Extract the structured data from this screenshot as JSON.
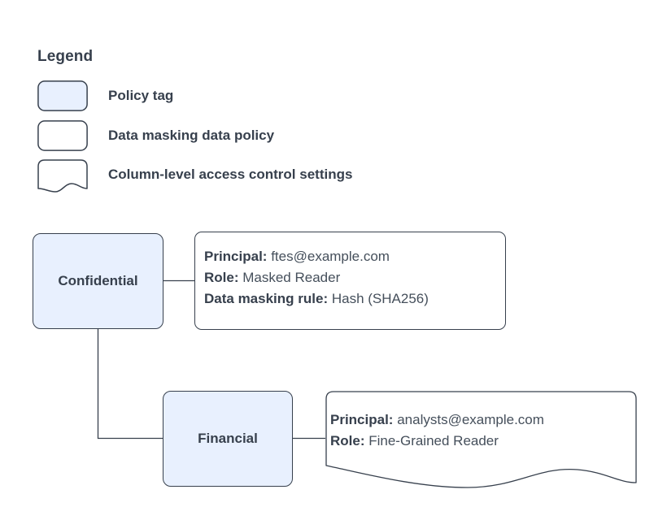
{
  "legend": {
    "title": "Legend",
    "items": [
      {
        "label": "Policy tag",
        "swatch": "policy-tag-swatch",
        "fill": "#e8f0fe",
        "shape": "rounded-rect"
      },
      {
        "label": "Data masking data policy",
        "swatch": "data-masking-policy-swatch",
        "fill": "#ffffff",
        "shape": "rounded-rect"
      },
      {
        "label": "Column-level access control settings",
        "swatch": "column-access-settings-swatch",
        "fill": "#ffffff",
        "shape": "wavy-bottom-note"
      }
    ]
  },
  "diagram": {
    "nodes": [
      {
        "id": "confidential",
        "label": "Confidential",
        "fill": "#e8f0fe"
      },
      {
        "id": "financial",
        "label": "Financial",
        "fill": "#e8f0fe"
      }
    ],
    "details": [
      {
        "id": "confidential-detail",
        "shape": "rounded-rect",
        "lines": [
          {
            "key": "Principal:",
            "value": "ftes@example.com"
          },
          {
            "key": "Role:",
            "value": "Masked Reader"
          },
          {
            "key": "Data masking rule:",
            "value": "Hash (SHA256)"
          }
        ]
      },
      {
        "id": "financial-detail",
        "shape": "wavy-bottom-note",
        "lines": [
          {
            "key": "Principal:",
            "value": "analysts@example.com"
          },
          {
            "key": "Role:",
            "value": "Fine-Grained Reader"
          }
        ]
      }
    ],
    "edges": [
      {
        "from": "confidential",
        "to": "confidential-detail"
      },
      {
        "from": "confidential",
        "to": "financial"
      },
      {
        "from": "financial",
        "to": "financial-detail"
      }
    ]
  },
  "colors": {
    "stroke": "#37404d",
    "node_fill": "#e8f0fe",
    "box_fill": "#ffffff",
    "text": "#37404d",
    "value_text": "#454f5b",
    "background": "#ffffff"
  }
}
